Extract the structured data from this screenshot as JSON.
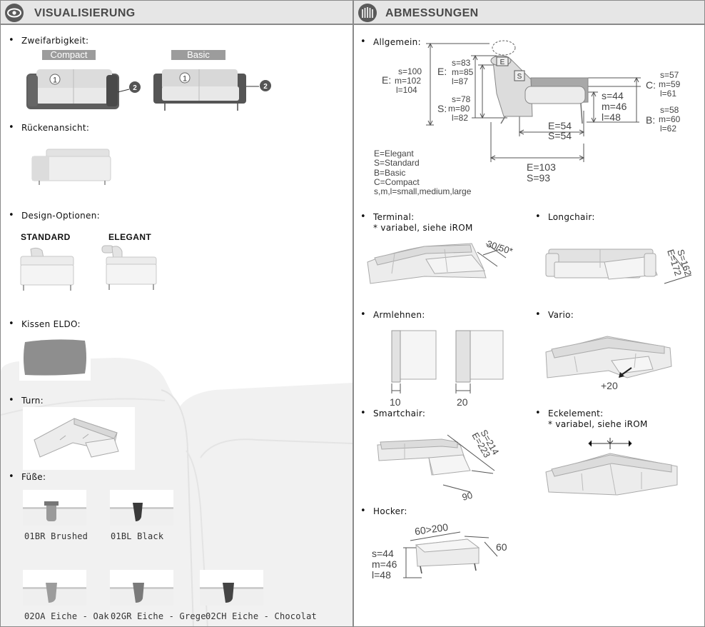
{
  "left": {
    "title": "VISUALISIERUNG",
    "icon": "eye-icon",
    "zweifarbigkeit": {
      "label": "Zweifarbigkeit:",
      "compact": "Compact",
      "basic": "Basic",
      "marker1": "1",
      "marker2": "2"
    },
    "rueckenansicht": "Rückenansicht:",
    "design": {
      "label": "Design-Optionen:",
      "standard": "STANDARD",
      "elegant": "ELEGANT"
    },
    "kissen": "Kissen ELDO:",
    "turn": "Turn:",
    "fuesse": {
      "label": "Füße:",
      "items": [
        "01BR Brushed",
        "01BL Black",
        "02OA Eiche - Oak",
        "02GR Eiche - Grege",
        "02CH Eiche - Chocolat"
      ]
    }
  },
  "right": {
    "title": "ABMESSUNGEN",
    "icon": "ruler-icon",
    "allgemein": {
      "label": "Allgemein:",
      "e_total": {
        "prefix": "E:",
        "s": "s=100",
        "m": "m=102",
        "l": "l=104"
      },
      "e_back": {
        "prefix": "E:",
        "s": "s=83",
        "m": "m=85",
        "l": "l=87"
      },
      "s_back": {
        "prefix": "S:",
        "s": "s=78",
        "m": "m=80",
        "l": "l=82"
      },
      "seat": {
        "s": "s=44",
        "m": "m=46",
        "l": "l=48"
      },
      "c_arm": {
        "prefix": "C:",
        "s": "s=57",
        "m": "m=59",
        "l": "l=61"
      },
      "b_arm": {
        "prefix": "B:",
        "s": "s=58",
        "m": "m=60",
        "l": "l=62"
      },
      "depth_seat": {
        "e": "E=54",
        "s": "S=54"
      },
      "depth_total": {
        "e": "E=103",
        "s": "S=93"
      },
      "marker_e": "E",
      "marker_s": "S",
      "legend": [
        "E=Elegant",
        "S=Standard",
        "B=Basic",
        "C=Compact",
        "s,m,l=small,medium,large"
      ]
    },
    "terminal": {
      "label": "Terminal:",
      "note": "* variabel, siehe iROM",
      "dim": "30/50*"
    },
    "longchair": {
      "label": "Longchair:",
      "s": "S=162",
      "e": "E=172"
    },
    "armlehnen": {
      "label": "Armlehnen:",
      "w1": "10",
      "w2": "20"
    },
    "vario": {
      "label": "Vario:",
      "dim": "+20"
    },
    "smartchair": {
      "label": "Smartchair:",
      "s": "S=214",
      "e": "E=223",
      "w": "90"
    },
    "eckelement": {
      "label": "Eckelement:",
      "note": "* variabel, siehe iROM"
    },
    "hocker": {
      "label": "Hocker:",
      "w": "60>200",
      "d": "60",
      "s": "s=44",
      "m": "m=46",
      "l": "l=48"
    }
  }
}
